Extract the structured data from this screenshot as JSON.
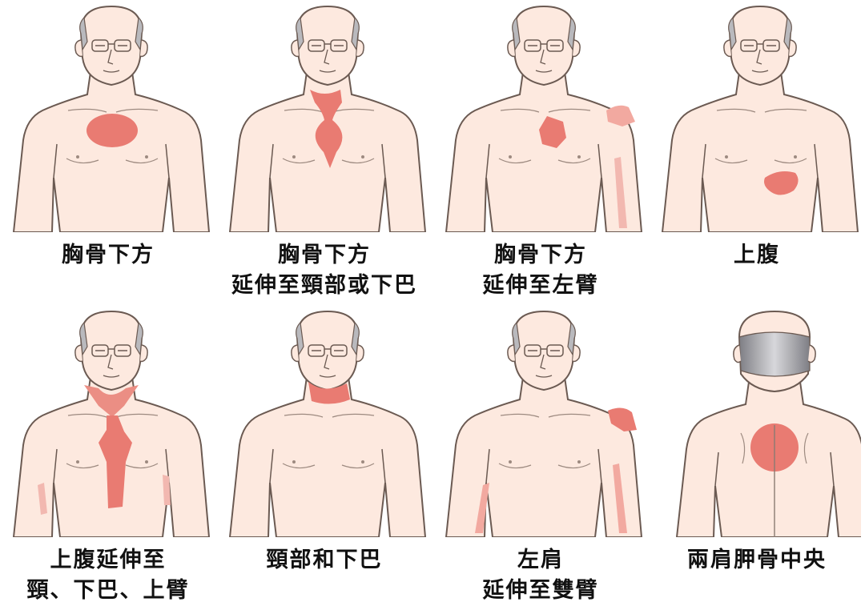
{
  "colors": {
    "skin": "#fde9df",
    "outline": "#6b5a52",
    "pain": "#e97b72",
    "hair": "#b9b9bd",
    "background": "#ffffff"
  },
  "panels": [
    {
      "id": "sternum",
      "caption": [
        "胸骨下方"
      ],
      "view": "front",
      "pain_regions": [
        "sternum"
      ]
    },
    {
      "id": "sternum-neck-jaw",
      "caption": [
        "胸骨下方",
        "延伸至頸部或下巴"
      ],
      "view": "front",
      "pain_regions": [
        "sternum",
        "neck",
        "jaw"
      ]
    },
    {
      "id": "sternum-left-arm",
      "caption": [
        "胸骨下方",
        "延伸至左臂"
      ],
      "view": "front",
      "pain_regions": [
        "sternum",
        "left-shoulder",
        "left-arm"
      ]
    },
    {
      "id": "upper-abdomen",
      "caption": [
        "上腹"
      ],
      "view": "front",
      "pain_regions": [
        "upper-abdomen"
      ]
    },
    {
      "id": "abdomen-neck-jaw-arms",
      "caption": [
        "上腹延伸至",
        "頸、下巴、上臂"
      ],
      "view": "front",
      "pain_regions": [
        "upper-abdomen",
        "sternum",
        "neck",
        "jaw",
        "both-arms"
      ]
    },
    {
      "id": "neck-jaw",
      "caption": [
        "頸部和下巴"
      ],
      "view": "front",
      "pain_regions": [
        "neck",
        "jaw"
      ]
    },
    {
      "id": "left-shoulder-both-arms",
      "caption": [
        "左肩",
        "延伸至雙臂"
      ],
      "view": "front",
      "pain_regions": [
        "left-shoulder",
        "both-arms"
      ]
    },
    {
      "id": "between-shoulder-blades",
      "caption": [
        "兩肩胛骨中央"
      ],
      "view": "back",
      "pain_regions": [
        "between-shoulder-blades"
      ]
    }
  ]
}
